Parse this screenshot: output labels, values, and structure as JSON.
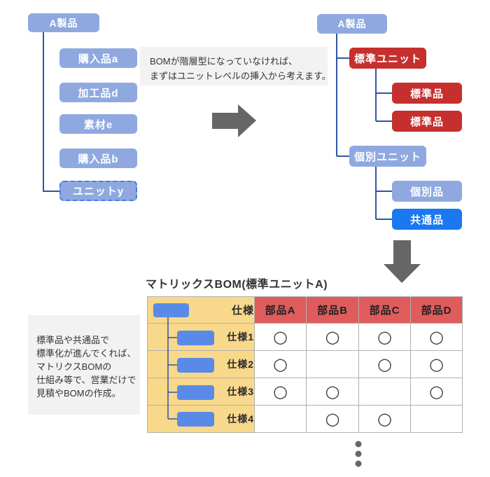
{
  "colors": {
    "light_blue_node": "#8fa9e0",
    "red_node": "#c5302e",
    "bright_blue_node": "#1a78f0",
    "dashed_border_blue": "#4d7be0",
    "connector_navy": "#2f55a3",
    "table_header_red": "#e05c5c",
    "table_yellow": "#f8d88a",
    "table_rect_blue": "#5a8ae8",
    "arrow_gray": "#666666",
    "note_background": "#f2f2f2"
  },
  "left_tree": {
    "root": "A製品",
    "items": [
      "購入品a",
      "加工品d",
      "素材e",
      "購入品b",
      "ユニットy"
    ]
  },
  "top_note": {
    "lines": [
      "BOMが階層型になっていなければ、",
      "まずはユニットレベルの挿入から考えます。"
    ]
  },
  "right_tree": {
    "root": "A製品",
    "standard_unit": "標準ユニット",
    "standard_item_1": "標準品",
    "standard_item_2": "標準品",
    "individual_unit": "個別ユニット",
    "individual_item": "個別品",
    "common_item": "共通品"
  },
  "matrix": {
    "title": "マトリックスBOM(標準ユニットA)",
    "spec_header": "仕様",
    "part_headers": [
      "部品A",
      "部品B",
      "部品C",
      "部品D"
    ],
    "rows": [
      {
        "label": "仕様1",
        "marks": [
          "○",
          "○",
          "○",
          "○"
        ]
      },
      {
        "label": "仕様2",
        "marks": [
          "○",
          "",
          "○",
          "○"
        ]
      },
      {
        "label": "仕様3",
        "marks": [
          "○",
          "○",
          "",
          "○"
        ]
      },
      {
        "label": "仕様4",
        "marks": [
          "",
          "○",
          "○",
          ""
        ]
      }
    ]
  },
  "bottom_note": {
    "lines": [
      "標準品や共通品で",
      "標準化が進んでくれば、",
      "マトリクスBOMの",
      "仕組み等で、営業だけで",
      "見積やBOMの作成。"
    ]
  }
}
